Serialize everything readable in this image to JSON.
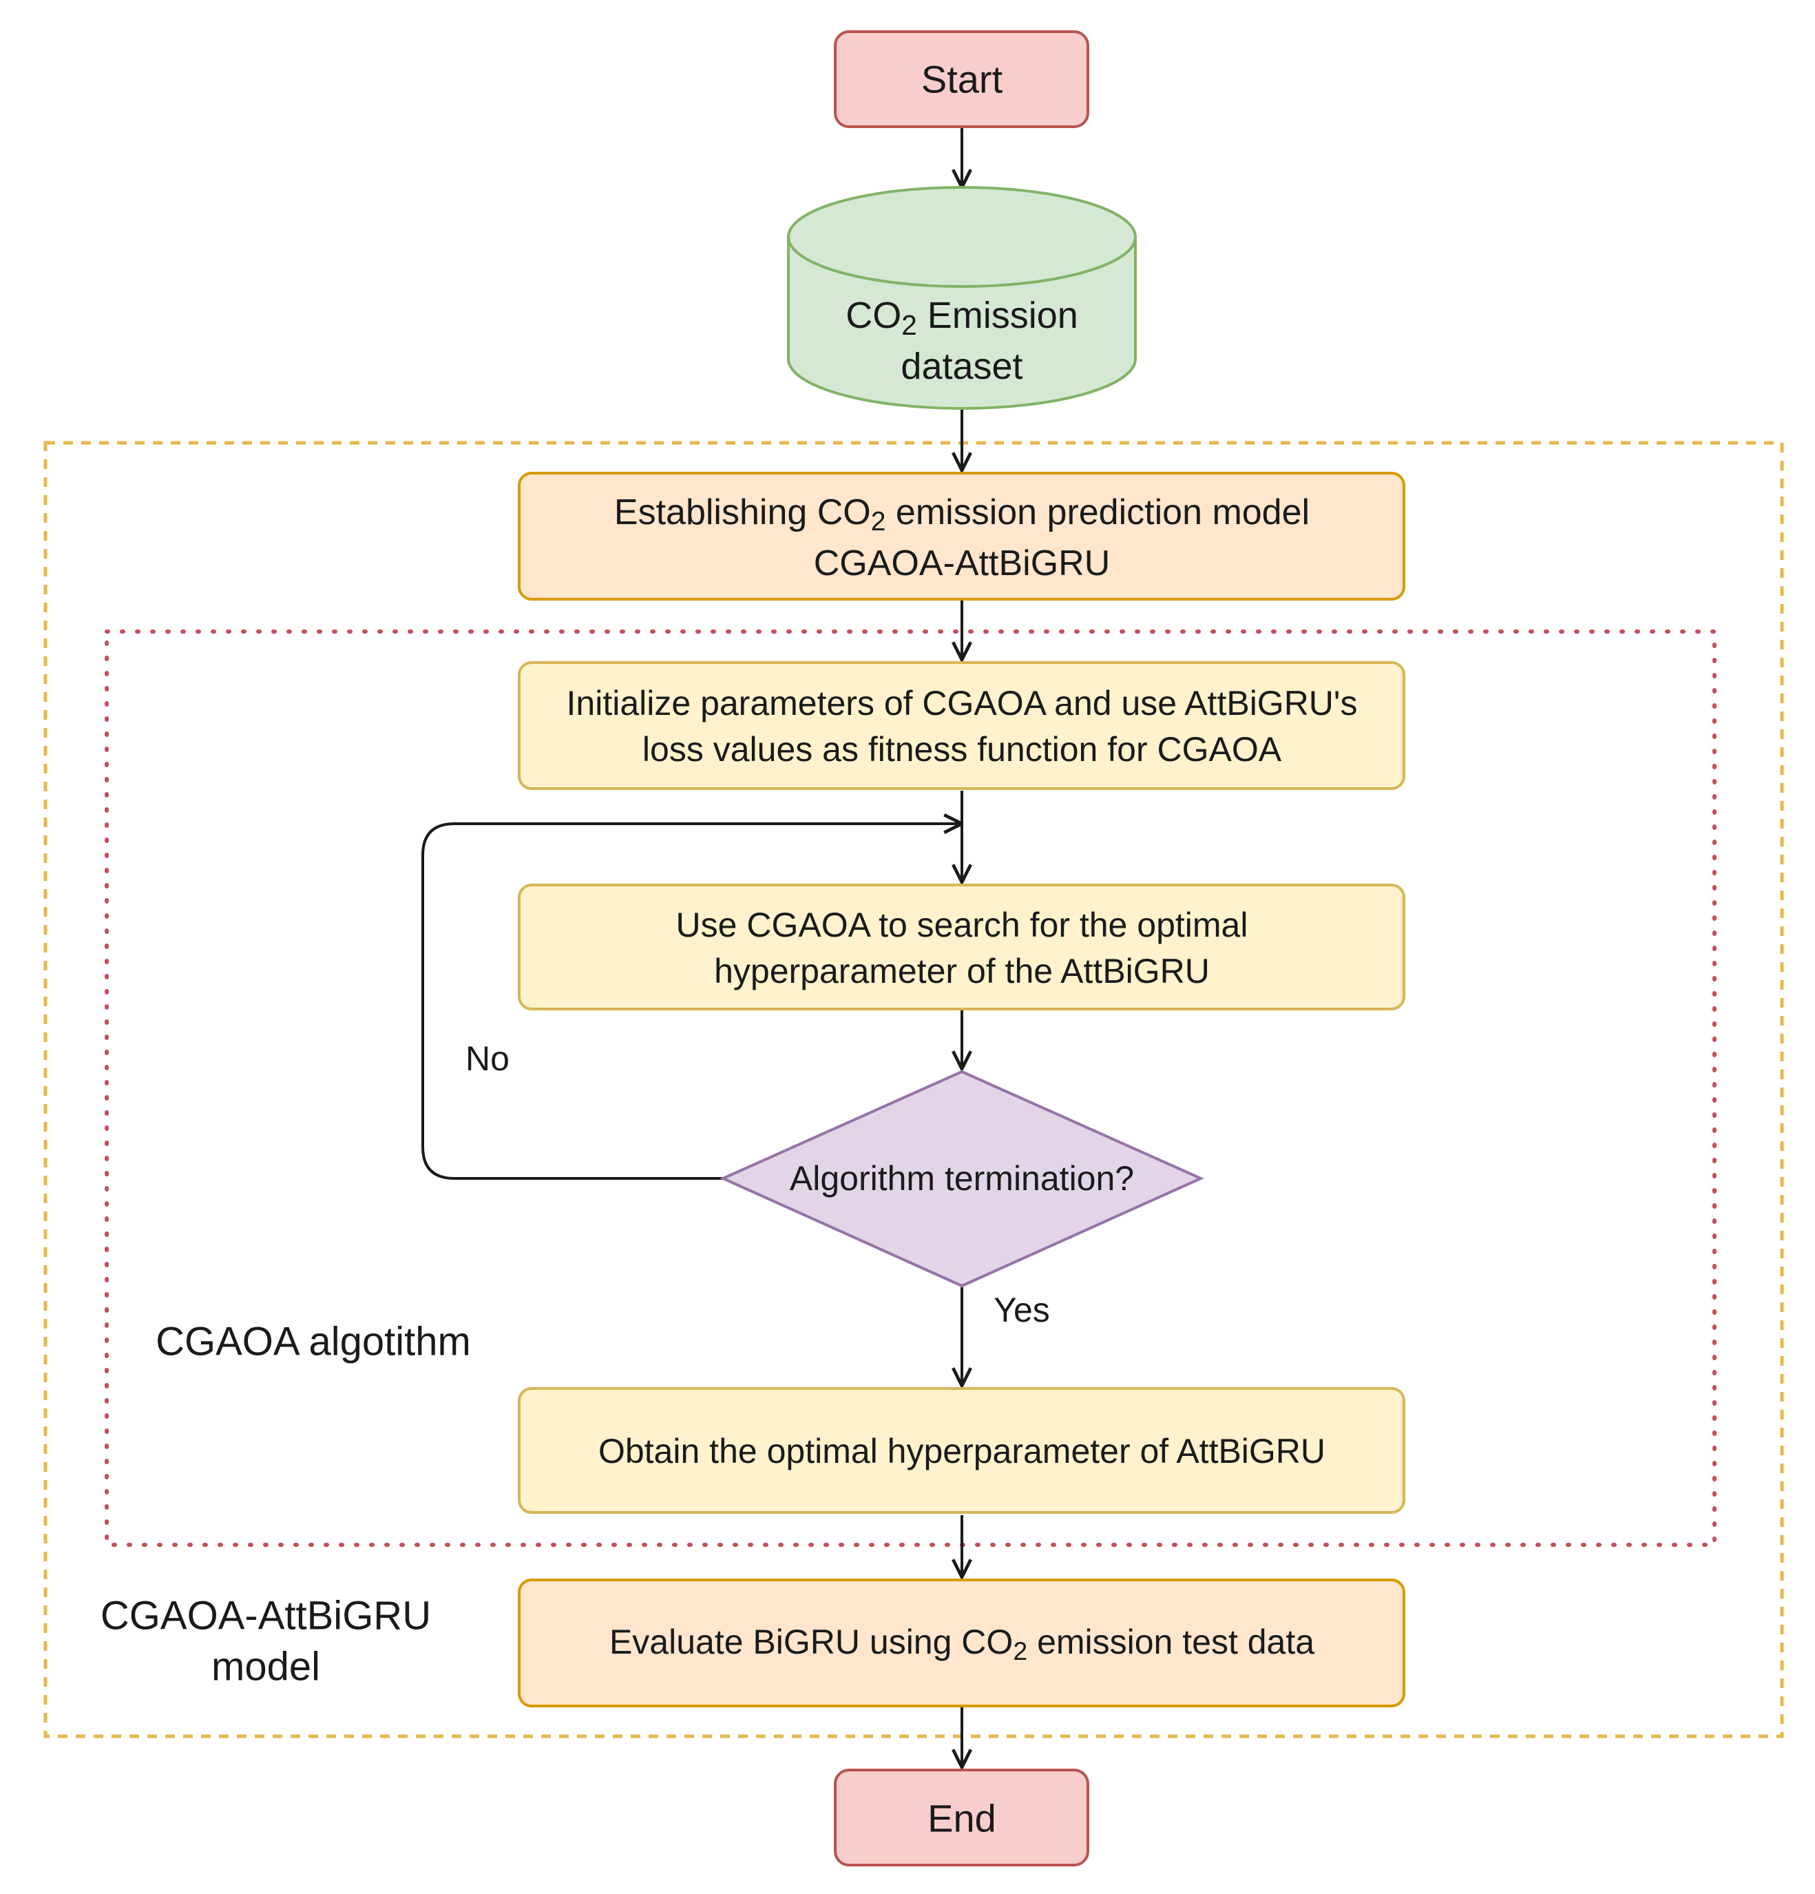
{
  "nodes": {
    "start": {
      "text": "Start"
    },
    "dataset": {
      "line1": {
        "before": "CO",
        "sub": "2",
        "after": " Emission"
      },
      "line2": "dataset"
    },
    "establish": {
      "line1": {
        "before": "Establishing CO",
        "sub": "2",
        "after": " emission prediction model"
      },
      "line2": "CGAOA-AttBiGRU"
    },
    "initialize": {
      "line1": "Initialize parameters of CGAOA and use AttBiGRU's",
      "line2": "loss values as fitness function for CGAOA"
    },
    "search": {
      "line1": "Use CGAOA to search for the optimal",
      "line2": "hyperparameter of the AttBiGRU"
    },
    "decision": {
      "text": "Algorithm termination?"
    },
    "obtain": {
      "text": "Obtain the optimal hyperparameter of AttBiGRU"
    },
    "evaluate": {
      "line1": {
        "before": "Evaluate BiGRU using CO",
        "sub": "2",
        "after": " emission test data"
      }
    },
    "end": {
      "text": "End"
    }
  },
  "edge_labels": {
    "no": "No",
    "yes": "Yes"
  },
  "groups": {
    "inner": {
      "label": "CGAOA algotithm"
    },
    "outer": {
      "label_line1": "CGAOA-AttBiGRU",
      "label_line2": "model"
    }
  },
  "colors": {
    "terminal_fill": "#f8cecc",
    "terminal_stroke": "#b85450",
    "dataset_fill": "#d5e8d4",
    "dataset_stroke": "#82b366",
    "process_orange_fill": "#ffe6cc",
    "process_orange_stroke": "#d79b00",
    "process_yellow_fill": "#fff2cc",
    "process_yellow_stroke": "#d6b656",
    "decision_fill": "#e1d5e7",
    "decision_stroke": "#9673a6",
    "outer_group_stroke": "#e6b84a",
    "inner_group_stroke": "#c0505a",
    "arrow": "#1a1a1a"
  }
}
